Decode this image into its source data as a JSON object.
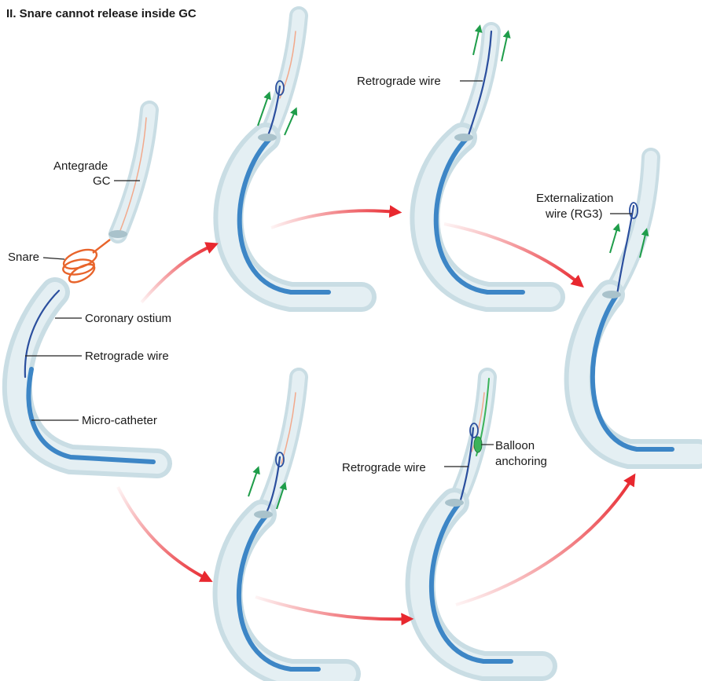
{
  "title": "II. Snare cannot release inside GC",
  "labels": {
    "antegrade_gc_line1": "Antegrade",
    "antegrade_gc_line2": "GC",
    "snare": "Snare",
    "coronary_ostium": "Coronary ostium",
    "retrograde_wire_left": "Retrograde wire",
    "micro_catheter": "Micro-catheter",
    "retrograde_wire_top": "Retrograde wire",
    "externalization_line1": "Externalization",
    "externalization_line2": "wire (RG3)",
    "retrograde_wire_bottom": "Retrograde wire",
    "balloon_line1": "Balloon",
    "balloon_line2": "anchoring"
  },
  "colors": {
    "vessel_outer": "#c9dde4",
    "vessel_inner": "#e4eff3",
    "microcatheter": "#3d86c6",
    "wire": "#2b4f9e",
    "snare": "#e8642b",
    "arrow_red": "#e8282f",
    "arrow_green": "#1f9d4a",
    "balloon": "#3bb35a"
  },
  "icons": [
    "arrow-icon",
    "snare-loop-icon",
    "balloon-icon"
  ]
}
